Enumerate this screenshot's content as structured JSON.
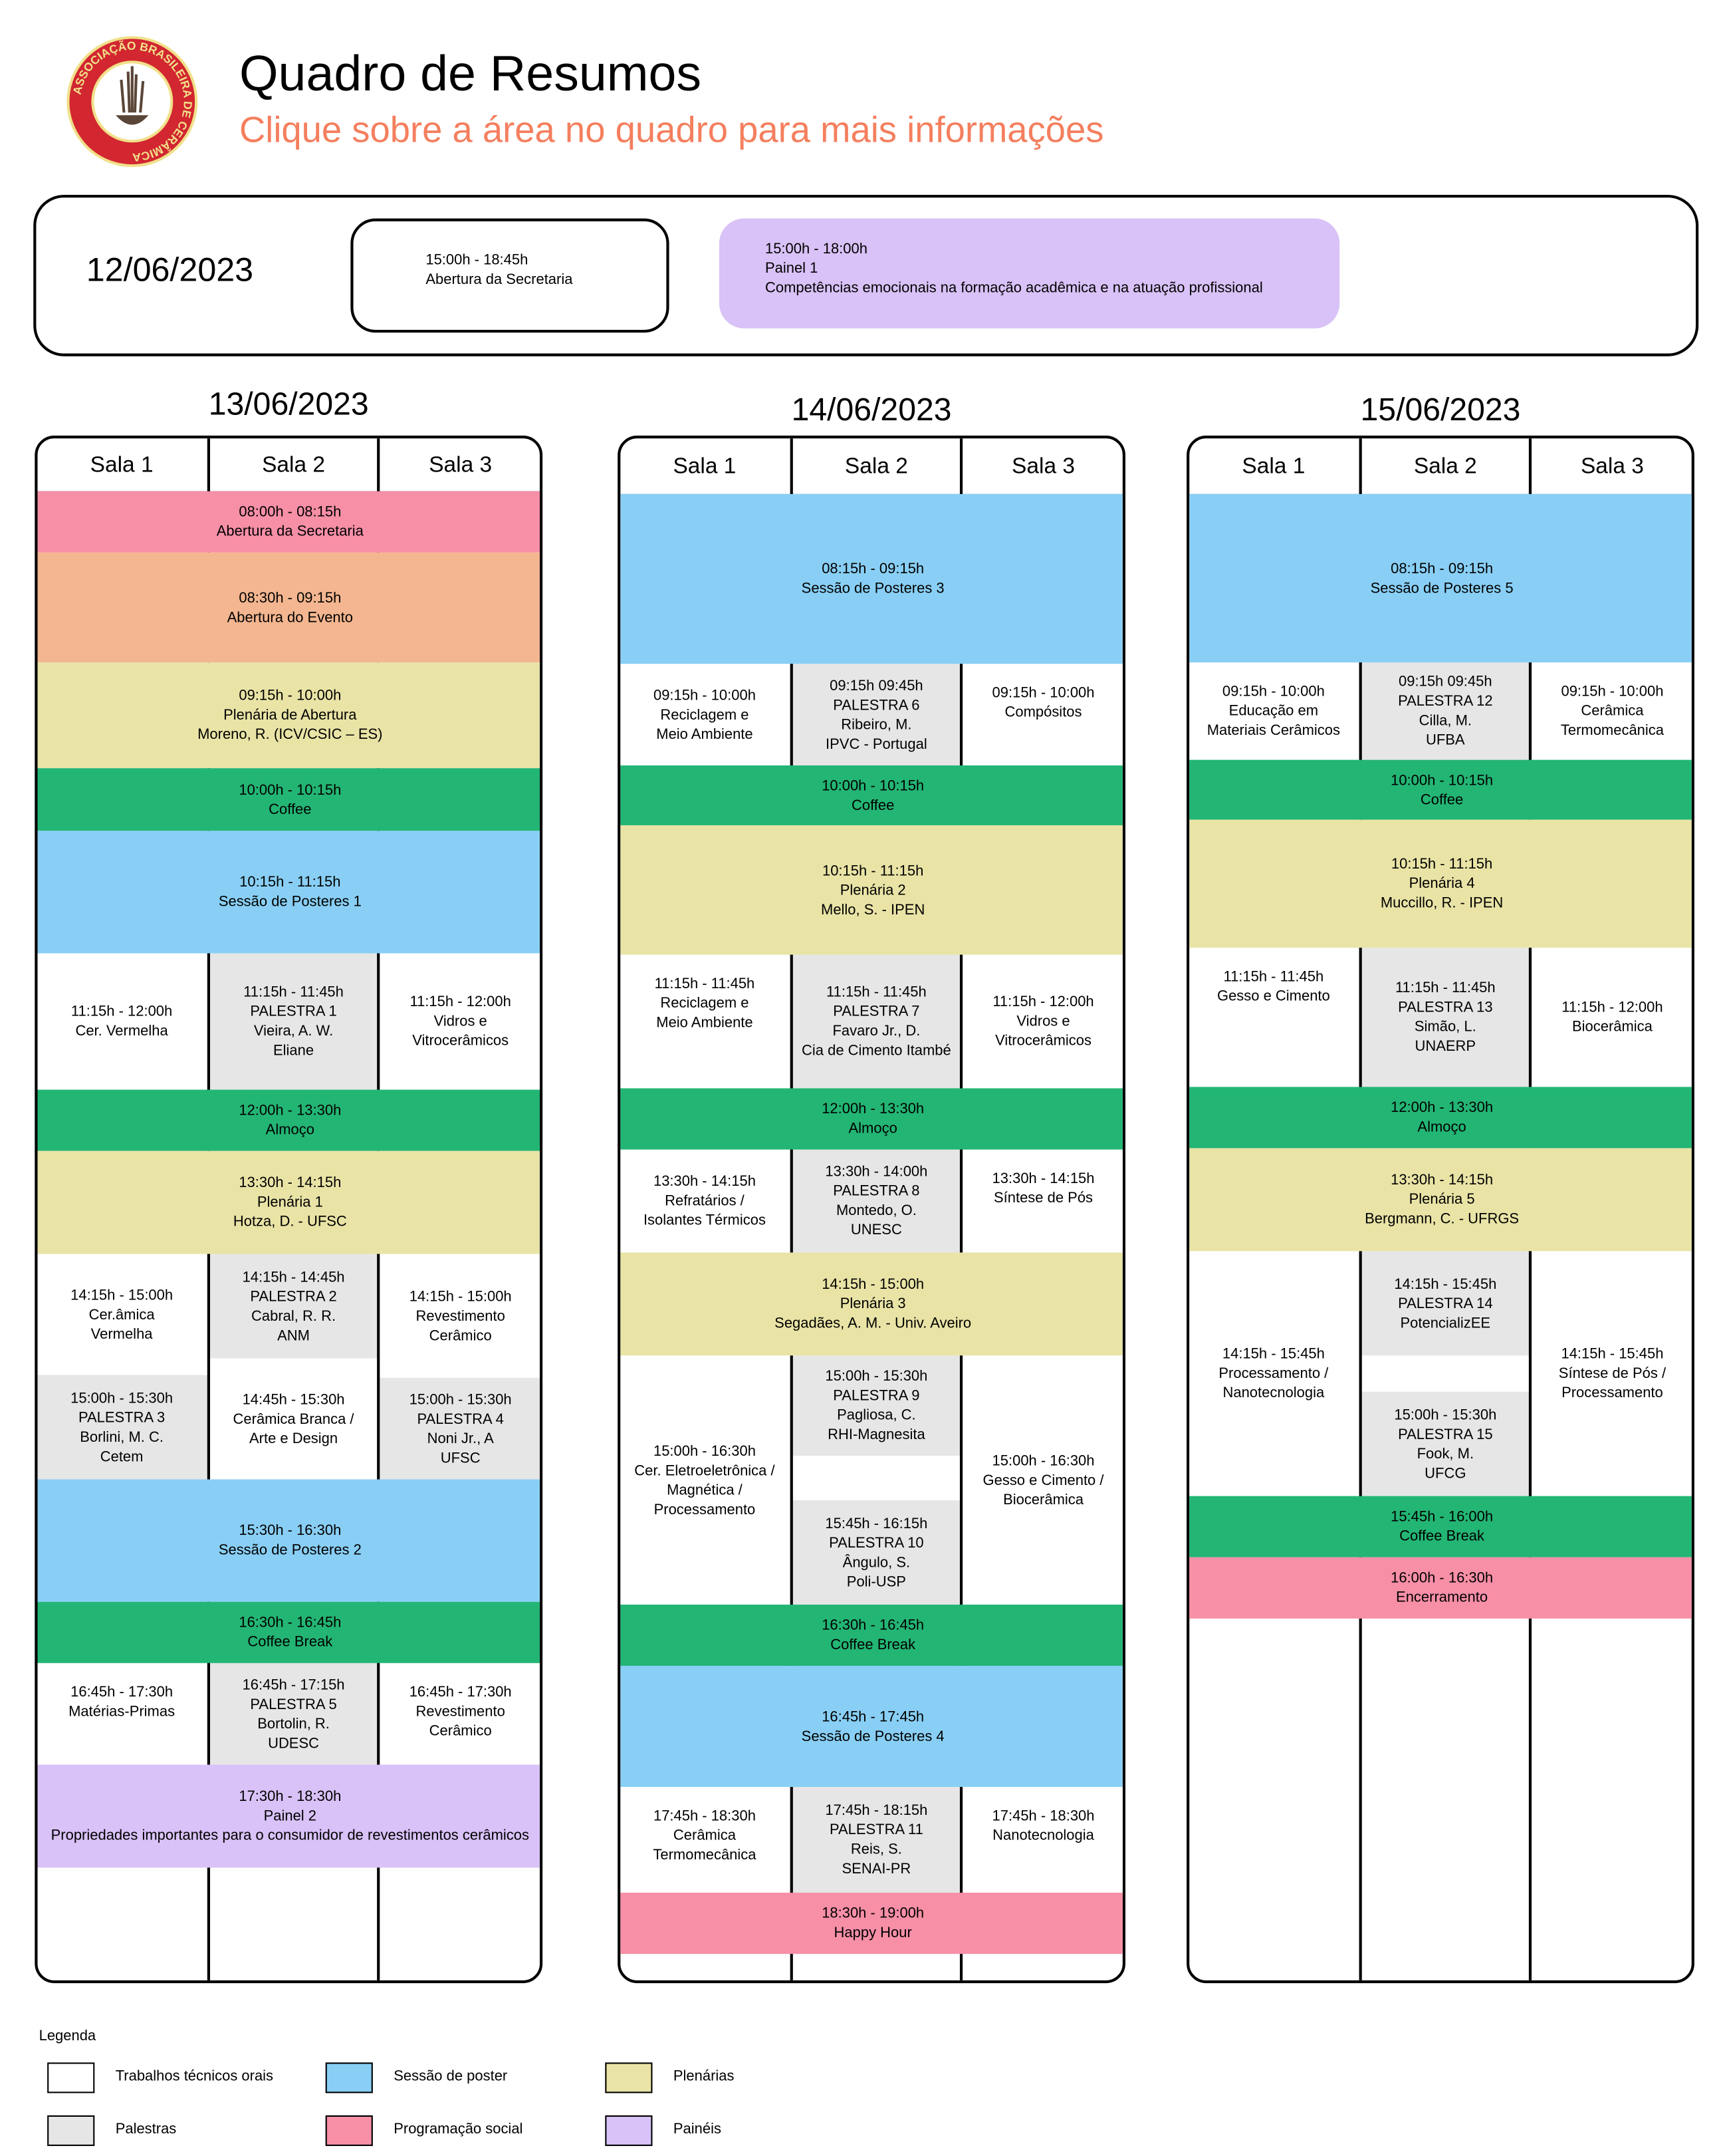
{
  "header": {
    "title": "Quadro de Resumos",
    "subtitle": "Clique sobre a área no quadro para mais informações",
    "logo_text": "ASSOCIAÇÃO BRASILEIRA DE CERÂMICA"
  },
  "colors": {
    "white": "#FFFFFF",
    "gray": "#E6E6E6",
    "blue": "#89CFF5",
    "pink": "#F78FA7",
    "yellow": "#E9E4A6",
    "purple": "#D9C2F7",
    "green": "#23B574",
    "orange": "#F4B690"
  },
  "day12": {
    "date": "12/06/2023",
    "secretaria": [
      "15:00h - 18:45h",
      "Abertura da Secretaria"
    ],
    "painel": [
      "15:00h - 18:00h",
      "Painel 1",
      "Competências emocionais na formação acadêmica e na atuação profissional"
    ]
  },
  "days": [
    {
      "date": "13/06/2023",
      "rooms": [
        "Sala 1",
        "Sala 2",
        "Sala 3"
      ],
      "blocks": [
        {
          "col": "all",
          "type": "pink",
          "lines": [
            "08:00h - 08:15h",
            "Abertura da Secretaria"
          ]
        },
        {
          "col": "all",
          "type": "orange",
          "lines": [
            "08:30h - 09:15h",
            "Abertura do Evento"
          ]
        },
        {
          "col": "all",
          "type": "yellow",
          "lines": [
            "09:15h - 10:00h",
            "Plenária de Abertura",
            "Moreno, R. (ICV/CSIC – ES)"
          ]
        },
        {
          "col": "all",
          "type": "green",
          "lines": [
            "10:00h - 10:15h",
            "Coffee"
          ]
        },
        {
          "col": "all",
          "type": "blue",
          "lines": [
            "10:15h - 11:15h",
            "Sessão de Posteres 1"
          ]
        },
        {
          "col": 1,
          "type": "white",
          "lines": [
            "11:15h - 12:00h",
            "Cer. Vermelha"
          ]
        },
        {
          "col": 2,
          "type": "gray",
          "lines": [
            "11:15h - 11:45h",
            "PALESTRA 1",
            "Vieira, A. W.",
            "Eliane"
          ]
        },
        {
          "col": 3,
          "type": "white",
          "lines": [
            "11:15h - 12:00h",
            "Vidros e",
            "Vitrocerâmicos"
          ]
        },
        {
          "col": "all",
          "type": "green",
          "lines": [
            "12:00h - 13:30h",
            "Almoço"
          ]
        },
        {
          "col": "all",
          "type": "yellow",
          "lines": [
            "13:30h - 14:15h",
            "Plenária 1",
            "Hotza, D.  - UFSC"
          ]
        },
        {
          "col": 1,
          "type": "white",
          "lines": [
            "14:15h - 15:00h",
            "Cer.âmica",
            "Vermelha"
          ]
        },
        {
          "col": 2,
          "type": "gray",
          "lines": [
            "14:15h - 14:45h",
            "PALESTRA 2",
            "Cabral, R. R.",
            "ANM"
          ]
        },
        {
          "col": 3,
          "type": "white",
          "lines": [
            "14:15h - 15:00h",
            "Revestimento",
            "Cerâmico"
          ]
        },
        {
          "col": 1,
          "type": "gray",
          "lines": [
            "15:00h - 15:30h",
            "PALESTRA 3",
            "Borlini, M. C.",
            "Cetem"
          ]
        },
        {
          "col": 2,
          "type": "white",
          "lines": [
            "14:45h - 15:30h",
            "Cerâmica Branca /",
            "Arte e Design"
          ]
        },
        {
          "col": 3,
          "type": "gray",
          "lines": [
            "15:00h - 15:30h",
            "PALESTRA 4",
            "Noni Jr., A",
            "UFSC"
          ]
        },
        {
          "col": "all",
          "type": "blue",
          "lines": [
            "15:30h - 16:30h",
            "Sessão de Posteres 2"
          ]
        },
        {
          "col": "all",
          "type": "green",
          "lines": [
            "16:30h - 16:45h",
            "Coffee Break"
          ]
        },
        {
          "col": 1,
          "type": "white",
          "lines": [
            "16:45h - 17:30h",
            "Matérias-Primas"
          ]
        },
        {
          "col": 2,
          "type": "gray",
          "lines": [
            "16:45h - 17:15h",
            "PALESTRA 5",
            "Bortolin, R.",
            "UDESC"
          ]
        },
        {
          "col": 3,
          "type": "white",
          "lines": [
            "16:45h - 17:30h",
            "Revestimento",
            "Cerâmico"
          ]
        },
        {
          "col": "all",
          "type": "purple",
          "lines": [
            "17:30h - 18:30h",
            "Painel 2",
            "Propriedades importantes para o consumidor de revestimentos cerâmicos"
          ]
        }
      ]
    },
    {
      "date": "14/06/2023",
      "rooms": [
        "Sala 1",
        "Sala 2",
        "Sala 3"
      ],
      "blocks": [
        {
          "col": "all",
          "type": "blue",
          "lines": [
            "08:15h - 09:15h",
            "Sessão de Posteres 3"
          ]
        },
        {
          "col": 1,
          "type": "white",
          "lines": [
            "09:15h - 10:00h",
            "Reciclagem e",
            "Meio Ambiente"
          ]
        },
        {
          "col": 2,
          "type": "gray",
          "lines": [
            "09:15h 09:45h",
            "PALESTRA 6",
            "Ribeiro, M.",
            "IPVC - Portugal"
          ]
        },
        {
          "col": 3,
          "type": "white",
          "lines": [
            "09:15h - 10:00h",
            "Compósitos"
          ]
        },
        {
          "col": "all",
          "type": "green",
          "lines": [
            "10:00h - 10:15h",
            "Coffee"
          ]
        },
        {
          "col": "all",
          "type": "yellow",
          "lines": [
            "10:15h - 11:15h",
            "Plenária 2",
            "Mello, S. - IPEN"
          ]
        },
        {
          "col": 1,
          "type": "white",
          "lines": [
            "11:15h - 11:45h",
            "Reciclagem e",
            "Meio Ambiente"
          ]
        },
        {
          "col": 2,
          "type": "gray",
          "lines": [
            "11:15h - 11:45h",
            "PALESTRA 7",
            "Favaro Jr., D.",
            "Cia de Cimento Itambé"
          ]
        },
        {
          "col": 3,
          "type": "white",
          "lines": [
            "11:15h - 12:00h",
            "Vidros e",
            "Vitrocerâmicos"
          ]
        },
        {
          "col": "all",
          "type": "green",
          "lines": [
            "12:00h - 13:30h",
            "Almoço"
          ]
        },
        {
          "col": 1,
          "type": "white",
          "lines": [
            "13:30h - 14:15h",
            "Refratários /",
            "Isolantes Térmicos"
          ]
        },
        {
          "col": 2,
          "type": "gray",
          "lines": [
            "13:30h - 14:00h",
            "PALESTRA 8",
            "Montedo, O.",
            "UNESC"
          ]
        },
        {
          "col": 3,
          "type": "white",
          "lines": [
            "13:30h - 14:15h",
            "Síntese de Pós"
          ]
        },
        {
          "col": "all",
          "type": "yellow",
          "lines": [
            "14:15h - 15:00h",
            "Plenária 3",
            "Segadães, A. M. - Univ. Aveiro"
          ]
        },
        {
          "col": 1,
          "type": "white",
          "lines": [
            "15:00h - 16:30h",
            "Cer. Eletroeletrônica /",
            "Magnética /",
            "Processamento"
          ]
        },
        {
          "col": 2,
          "type": "gray",
          "lines": [
            "15:00h - 15:30h",
            "PALESTRA 9",
            "Pagliosa, C.",
            "RHI-Magnesita"
          ]
        },
        {
          "col": 2,
          "type": "gray",
          "lines": [
            "15:45h - 16:15h",
            "PALESTRA 10",
            "Ângulo, S.",
            "Poli-USP"
          ]
        },
        {
          "col": 3,
          "type": "white",
          "lines": [
            "15:00h - 16:30h",
            "Gesso e Cimento /",
            "Biocerâmica"
          ]
        },
        {
          "col": "all",
          "type": "green",
          "lines": [
            "16:30h - 16:45h",
            "Coffee Break"
          ]
        },
        {
          "col": "all",
          "type": "blue",
          "lines": [
            "16:45h - 17:45h",
            "Sessão de Posteres 4"
          ]
        },
        {
          "col": 1,
          "type": "white",
          "lines": [
            "17:45h - 18:30h",
            "Cerâmica",
            "Termomecânica"
          ]
        },
        {
          "col": 2,
          "type": "gray",
          "lines": [
            "17:45h - 18:15h",
            "PALESTRA 11",
            "Reis, S.",
            "SENAI-PR"
          ]
        },
        {
          "col": 3,
          "type": "white",
          "lines": [
            "17:45h - 18:30h",
            "Nanotecnologia"
          ]
        },
        {
          "col": "all",
          "type": "pink",
          "lines": [
            "18:30h - 19:00h",
            "Happy Hour"
          ]
        }
      ]
    },
    {
      "date": "15/06/2023",
      "rooms": [
        "Sala 1",
        "Sala 2",
        "Sala 3"
      ],
      "blocks": [
        {
          "col": "all",
          "type": "blue",
          "lines": [
            "08:15h - 09:15h",
            "Sessão de Posteres 5"
          ]
        },
        {
          "col": 1,
          "type": "white",
          "lines": [
            "09:15h - 10:00h",
            "Educação em",
            "Materiais Cerâmicos"
          ]
        },
        {
          "col": 2,
          "type": "gray",
          "lines": [
            "09:15h 09:45h",
            "PALESTRA 12",
            "Cilla, M.",
            "UFBA"
          ]
        },
        {
          "col": 3,
          "type": "white",
          "lines": [
            "09:15h - 10:00h",
            "Cerâmica",
            "Termomecânica"
          ]
        },
        {
          "col": "all",
          "type": "green",
          "lines": [
            "10:00h - 10:15h",
            "Coffee"
          ]
        },
        {
          "col": "all",
          "type": "yellow",
          "lines": [
            "10:15h - 11:15h",
            "Plenária 4",
            "Muccillo, R. - IPEN"
          ]
        },
        {
          "col": 1,
          "type": "white",
          "lines": [
            "11:15h - 11:45h",
            "Gesso e Cimento"
          ]
        },
        {
          "col": 2,
          "type": "gray",
          "lines": [
            "11:15h - 11:45h",
            "PALESTRA 13",
            "Simão, L.",
            "UNAERP"
          ]
        },
        {
          "col": 3,
          "type": "white",
          "lines": [
            "11:15h - 12:00h",
            "Biocerâmica"
          ]
        },
        {
          "col": "all",
          "type": "green",
          "lines": [
            "12:00h - 13:30h",
            "Almoço"
          ]
        },
        {
          "col": "all",
          "type": "yellow",
          "lines": [
            "13:30h - 14:15h",
            "Plenária 5",
            "Bergmann, C. - UFRGS"
          ]
        },
        {
          "col": 1,
          "type": "white",
          "lines": [
            "14:15h - 15:45h",
            "Processamento /",
            "Nanotecnologia"
          ]
        },
        {
          "col": 2,
          "type": "gray",
          "lines": [
            "14:15h - 15:45h",
            "PALESTRA 14",
            "PotencializEE"
          ]
        },
        {
          "col": 2,
          "type": "gray",
          "lines": [
            "15:00h - 15:30h",
            "PALESTRA 15",
            "Fook, M.",
            "UFCG"
          ]
        },
        {
          "col": 3,
          "type": "white",
          "lines": [
            "14:15h - 15:45h",
            "Síntese de Pós /",
            "Processamento"
          ]
        },
        {
          "col": "all",
          "type": "green",
          "lines": [
            "15:45h - 16:00h",
            "Coffee Break"
          ]
        },
        {
          "col": "all",
          "type": "pink",
          "lines": [
            "16:00h - 16:30h",
            "Encerramento"
          ]
        }
      ]
    }
  ],
  "legend": {
    "title": "Legenda",
    "items": [
      {
        "label": "Trabalhos técnicos orais",
        "type": "white"
      },
      {
        "label": "Palestras",
        "type": "gray"
      },
      {
        "label": "Sessão de poster",
        "type": "blue"
      },
      {
        "label": "Programação social",
        "type": "pink"
      },
      {
        "label": "Plenárias",
        "type": "yellow"
      },
      {
        "label": "Painéis",
        "type": "purple"
      }
    ]
  }
}
